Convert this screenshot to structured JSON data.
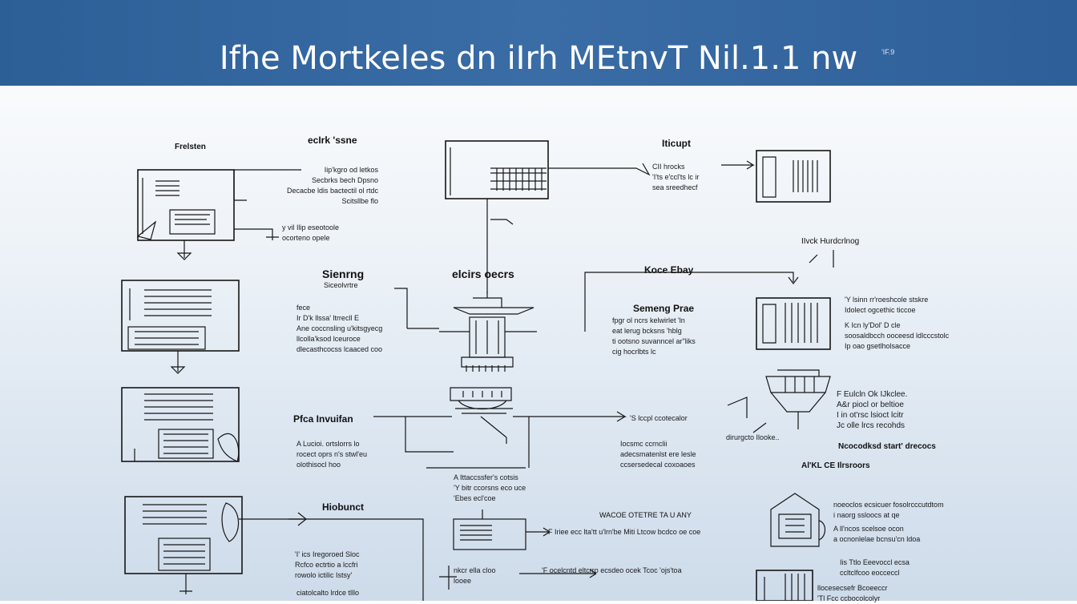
{
  "header": {
    "title": "Ifhe  Mortkeles dn iIrh MEtnvT Nil.1.1 nw",
    "corner": "'IF.9"
  },
  "labels": {
    "n01": "Frelsten",
    "n02": "ecIrk 'ssne",
    "n03": "Iticupt",
    "n04": "Sienrng",
    "n05": "elcirs oecrs",
    "n06": "Koce Ebay",
    "n07": "Semeng Prae",
    "n08": "Pfca Invuifan",
    "n09": "Hiobunct",
    "n10": "IIvck Hurdcrlnog",
    "n11": "Ncocodksd start' drecocs",
    "n12": "Al'KL CE Ilrsroors",
    "n13": "WACOE OTETRE TA U ANY"
  },
  "texts": {
    "t01": [
      "Iip'kgro od letkos",
      "Secbrks bech Dpsno",
      "Decacbe ldis bactectil ol rtdc",
      "Scitsllbe flo"
    ],
    "t02": [
      "y vil Ilip eseotoole",
      "ocorteno opele"
    ],
    "t03": [
      "CII hrocks",
      "'I'ts e'ccl'ts lc ir",
      "sea sreedhecf"
    ],
    "t04": [
      "Siceolvrtre"
    ],
    "t05": [
      "fece",
      "Ir D'k llssa' ltrrecll E",
      "Ane coccnsling u'kitsgyecg",
      "llcolla'ksod lceuroce",
      "dlecasthcocss lcaaced coo"
    ],
    "t06": [
      "fpgr ol ncrs kelwirlet 'ln",
      "eat lerug bcksns 'hblg",
      "ti ootsno suvanncel ar\"liks",
      "cig hocrlbts lc"
    ],
    "t07": [
      "'Y lsinn rr'roeshcole stskre",
      "Idolect ogcethic ticcoe",
      "K Icn ly'Dol' D cle",
      "soosaldbcch ooceesd ldlcccstolc",
      "Ip oao gsetlholsacce"
    ],
    "t08": [
      "F Eulcln Ok IJkclee.",
      "A&r piocl or beltioe",
      "I in ot'rsc lsioct lcitr",
      "Jc olle lrcs recohds"
    ],
    "t09": [
      "'S lccpl ccotecalor"
    ],
    "t10": [
      "A Lucioi. ortslorrs lo",
      "rocect oprs n's stwl'eu",
      "olothisocl hoo"
    ],
    "t11": [
      "Iocsmc ccrnclii",
      "adecsmatenlst ere lesle",
      "ccsersedecal coxoaoes"
    ],
    "t12": [
      "dirurgcto Ilooke.."
    ],
    "t13": [
      "A Ittaccssfer's cotsis",
      "'Y bitr ccorsns eco uce",
      "'Ebes ecl'coe"
    ],
    "t14": [
      "'I' ics Iregoroed Sloc",
      "Rcfco ectrtio a lccfri",
      "rowolo ictilic Istsy'"
    ],
    "t15": [
      "ciatolcalto lrdce tlllo"
    ],
    "t16": [
      "F Iriee ecc lta'tt u'lrn'be Miti Ltcow bcdco oe coe"
    ],
    "t17": [
      "noeoclos ecsicuer fosolrcccutdtom",
      "i naorg ssloocs at qe",
      "A ll'ncos scelsoe ocon",
      "a ocnonlelae bcnsu'cn ldoa"
    ],
    "t18": [
      "nkcr ella cloo",
      "looee",
      "'F ocelcntd eltcrro ecsdeo ocek Tcoc 'ojs'toa"
    ],
    "t19": [
      "Iis Ttlo Eeevoccl ecsa",
      "ccltclfcoo eocceccl"
    ],
    "t20": [
      "llocesecsefr Bcoeeccr",
      "'Tl Fcc ccbocolcolyr"
    ]
  }
}
